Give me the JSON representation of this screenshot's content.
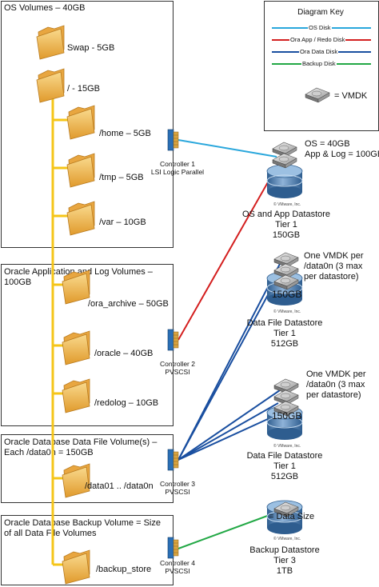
{
  "colors": {
    "os_disk": "#2aa7dc",
    "ora_app_redo_disk": "#d42020",
    "ora_data_disk": "#1a4fa0",
    "backup_disk": "#22a845",
    "spine": "#f5c518",
    "folder": "#f0b84c",
    "controller": "#2a6fb5"
  },
  "groups": [
    {
      "title": "OS Volumes – 40GB",
      "folders": [
        "Swap - 5GB",
        "/ - 15GB",
        "/home – 5GB",
        "/tmp – 5GB",
        "/var – 10GB"
      ]
    },
    {
      "title": "Oracle Application and Log Volumes – 100GB",
      "folders": [
        "/ora_archive – 50GB",
        "/oracle – 40GB",
        "/redolog – 10GB"
      ]
    },
    {
      "title": "Oracle Database Data File Volume(s) – Each /data0n = 150GB",
      "folders": [
        "/data01 .. /data0n"
      ]
    },
    {
      "title": "Oracle Database Backup Volume = Size of all Data File Volumes",
      "folders": [
        "/backup_store"
      ]
    }
  ],
  "controllers": [
    {
      "line1": "Controller 1",
      "line2": "LSI Logic Parallel"
    },
    {
      "line1": "Controller 2",
      "line2": "PVSCSI"
    },
    {
      "line1": "Controller 3",
      "line2": "PVSCSI"
    },
    {
      "line1": "Controller 4",
      "line2": "PVSCSI"
    }
  ],
  "datastores": [
    {
      "line1": "OS and App Datastore",
      "line2": "Tier 1",
      "line3": "150GB",
      "annotation_lines": [
        "OS = 40GB",
        "App & Log = 100GB"
      ]
    },
    {
      "line1": "Data File Datastore",
      "line2": "Tier 1",
      "line3": "512GB",
      "disk_label": "150GB",
      "annotation_lines": [
        "One VMDK per",
        "/data0n (3 max",
        "per datastore)"
      ]
    },
    {
      "line1": "Data File Datastore",
      "line2": "Tier 1",
      "line3": "512GB",
      "disk_label": "150GB",
      "annotation_lines": [
        "One VMDK per",
        "/data0n (3 max",
        "per datastore)"
      ]
    },
    {
      "line1": "Backup Datastore",
      "line2": "Tier 3",
      "line3": "1TB",
      "annotation_lines": [
        "= Data Size"
      ]
    }
  ],
  "vendor_mark": "© VMware, Inc.",
  "key": {
    "title": "Diagram Key",
    "entries": [
      "OS Disk",
      "Ora App / Redo Disk",
      "Ora Data Disk",
      "Backup Disk"
    ],
    "vmdk_label": "= VMDK"
  }
}
